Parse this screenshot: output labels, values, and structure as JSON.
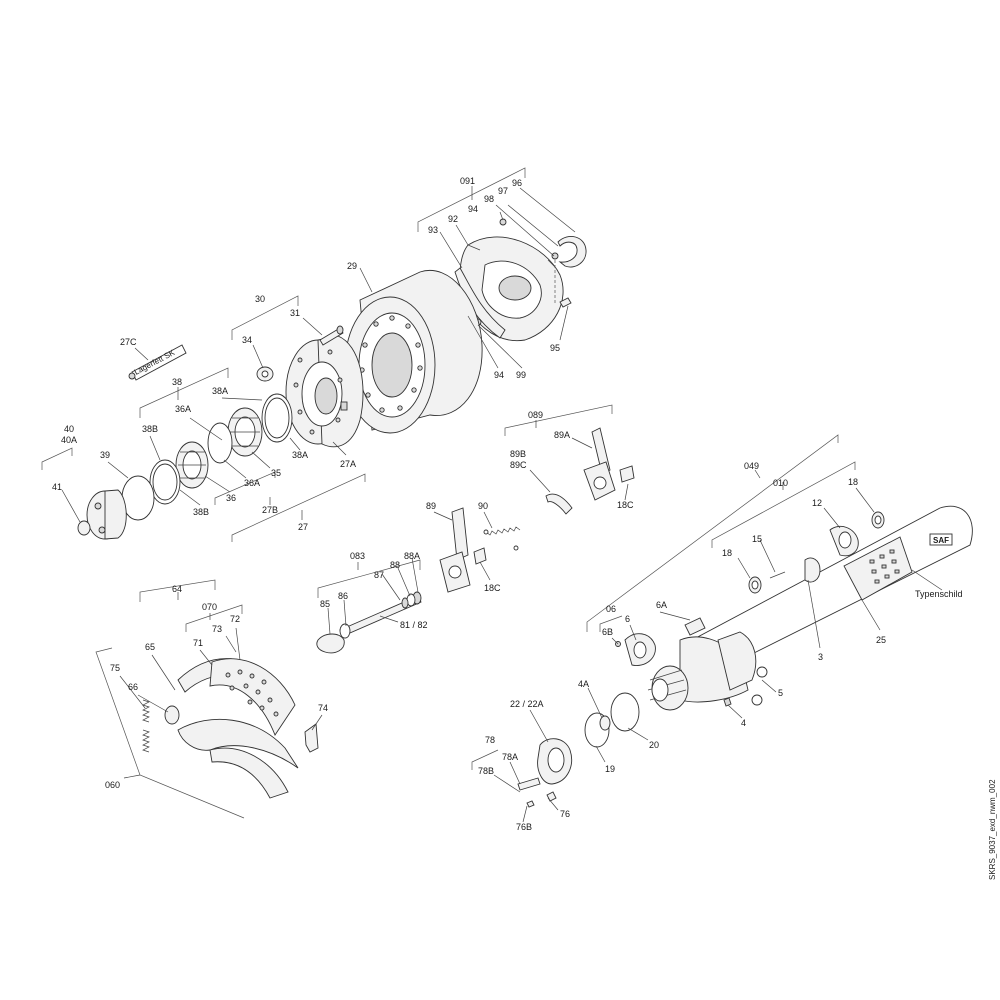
{
  "labels": {
    "l091": "091",
    "l96": "96",
    "l97": "97",
    "l98": "98",
    "l94a": "94",
    "l92": "92",
    "l93": "93",
    "l29": "29",
    "l95": "95",
    "l94b": "94",
    "l99": "99",
    "l30": "30",
    "l31": "31",
    "l34": "34",
    "l27C": "27C",
    "lagerfett": "Lagerfett SK",
    "l38": "38",
    "l38A1": "38A",
    "l36A1": "36A",
    "l38B1": "38B",
    "l40": "40",
    "l40A": "40A",
    "l39": "39",
    "l41": "41",
    "l35": "35",
    "l36A2": "36A",
    "l36": "36",
    "l38B2": "38B",
    "l38A2": "38A",
    "l27A": "27A",
    "l27B": "27B",
    "l27": "27",
    "l089": "089",
    "l89A": "89A",
    "l89B": "89B",
    "l89C": "89C",
    "l18C1": "18C",
    "l049": "049",
    "l010": "010",
    "l18a": "18",
    "l12": "12",
    "l15": "15",
    "l18b": "18",
    "saf": "SAF",
    "typenschild": "Typenschild",
    "l25": "25",
    "l3": "3",
    "l89": "89",
    "l90": "90",
    "l083": "083",
    "l88A": "88A",
    "l88": "88",
    "l87": "87",
    "l86": "86",
    "l85": "85",
    "l8182": "81 / 82",
    "l18C2": "18C",
    "l64": "64",
    "l070": "070",
    "l72": "72",
    "l73": "73",
    "l71": "71",
    "l65": "65",
    "l66": "66",
    "l75": "75",
    "l74": "74",
    "l060": "060",
    "l06": "06",
    "l6A": "6A",
    "l6": "6",
    "l6B": "6B",
    "l5": "5",
    "l4": "4",
    "l4A": "4A",
    "l2222A": "22 / 22A",
    "l20": "20",
    "l19": "19",
    "l78": "78",
    "l78A": "78A",
    "l78B": "78B",
    "l76": "76",
    "l76B": "76B",
    "drawing_id": "SKRS_9037_exd_nwm_002"
  }
}
